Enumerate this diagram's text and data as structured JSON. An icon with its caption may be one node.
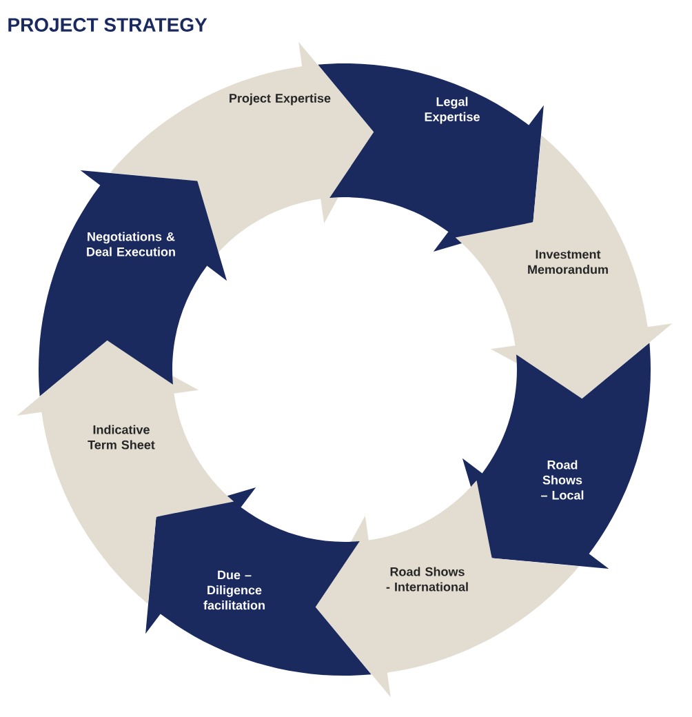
{
  "diagram": {
    "title": "PROJECT STRATEGY",
    "nodes": [
      {
        "text": [
          "Project Expertise"
        ]
      },
      {
        "text": [
          "Legal Expertise"
        ]
      },
      {
        "text": [
          "Investment Memorandum"
        ]
      },
      {
        "text": [
          "Road Shows – Local"
        ]
      },
      {
        "text": [
          "Road Shows - International"
        ]
      },
      {
        "text": [
          "Due – Diligence facilitation"
        ]
      },
      {
        "text": [
          "Indicative Term Sheet"
        ]
      },
      {
        "text": [
          "Negotiations & Deal Execution"
        ]
      }
    ]
  }
}
